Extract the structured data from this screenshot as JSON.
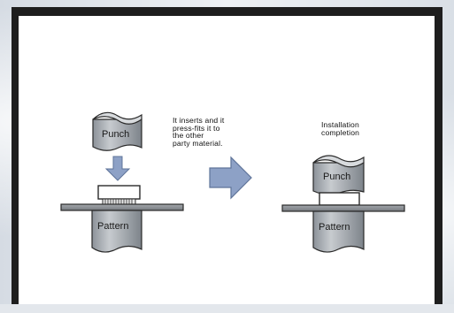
{
  "labels": {
    "punch_left": "Punch",
    "pattern_left": "Pattern",
    "punch_right": "Punch",
    "pattern_right": "Pattern"
  },
  "captions": {
    "insert": "It inserts and it\npress-fits it to\nthe other\nparty material.",
    "completion": "Installation\ncompletion"
  },
  "colors": {
    "frame": "#1e1e1e",
    "arrow_fill": "#8da1c6",
    "cylinder_fill": "#a9aeb4",
    "cylinder_top": "#d8dbde",
    "plate_fill": "#8f9398",
    "fastener_fill": "#ffffff"
  },
  "icons": {
    "down_arrow": "down-arrow-icon",
    "right_arrow": "right-arrow-icon"
  }
}
